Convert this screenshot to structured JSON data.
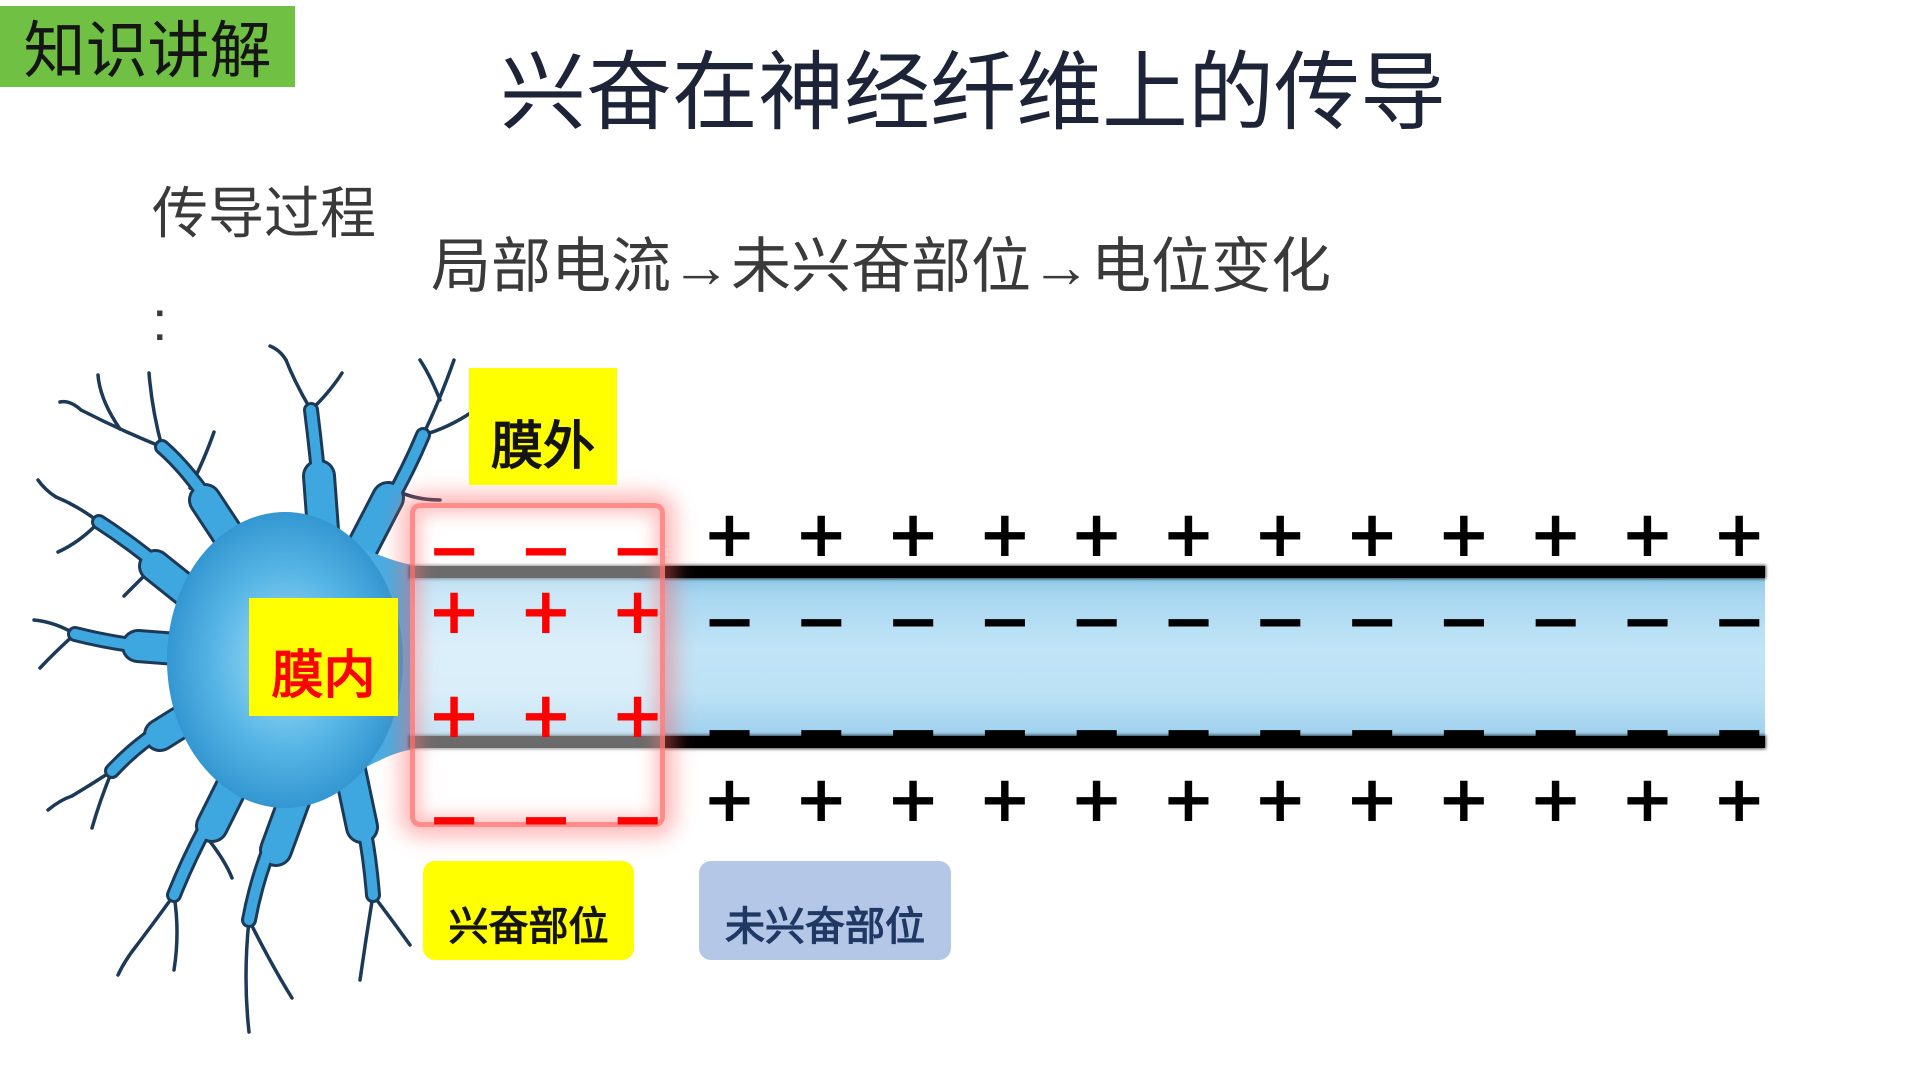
{
  "slide": {
    "tag": "知识讲解",
    "title": "兴奋在神经纤维上的传导",
    "process_label": "传导过程\n:",
    "process_text": "局部电流→未兴奋部位→电位变化"
  },
  "diagram": {
    "outside_label": "膜外",
    "inside_label": "膜内",
    "excited_region": {
      "label": "兴奋部位",
      "outer_charge": "−",
      "inner_charge": "+",
      "columns": 3
    },
    "resting_region": {
      "label": "未兴奋部位",
      "outer_charge": "+",
      "inner_charge": "−",
      "columns": 12
    }
  },
  "colors": {
    "tag_background": "#70c043",
    "title_text": "#1d2438",
    "body_text": "#3a3a3a",
    "label_yellow": "#ffff00",
    "resting_label_background": "#b4c7e7",
    "resting_label_text": "#1f3864",
    "excited_charge": "#ff0000",
    "resting_charge": "#000000",
    "inside_label_text": "#ff0000",
    "neuron_blue": "#3fa7df",
    "membrane": "#000000"
  }
}
